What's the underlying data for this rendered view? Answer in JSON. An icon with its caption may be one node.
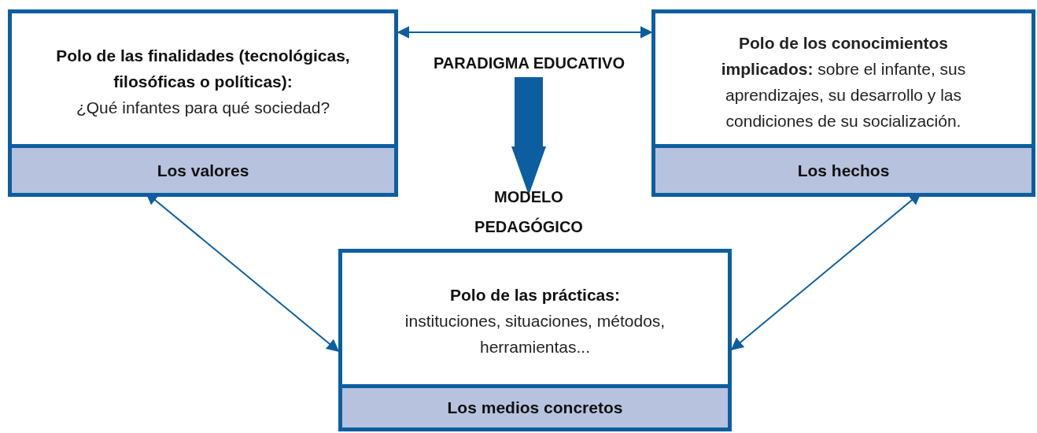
{
  "diagram": {
    "nodes": [
      {
        "text": [
          "Polo de las finalidades (tecnológicas, filosóficas o políticas):",
          "¿Qué infantes para qué sociedad?"
        ]
      },
      {
        "text": [
          "Los valores"
        ],
        "in": 0
      },
      {
        "text": [
          "**Polo de los conocimientos implicados:** sobre el infante, sus aprendizajes, su desarrollo y las condiciones de su socialización."
        ]
      },
      {
        "text": [
          "Los hechos"
        ],
        "in": 2
      },
      {
        "text": [
          "PARADIGMA EDUCATIVO"
        ]
      },
      {
        "text": [
          "MODELO PEDAGÓGICO"
        ]
      },
      {
        "text": [
          "Polo de las prácticas:",
          "instituciones, situaciones, métodos, herramientas..."
        ]
      },
      {
        "text": [
          "Los medios concretos"
        ],
        "in": 6
      }
    ],
    "edges": [
      {
        "from": 0,
        "to": 2,
        "arrow": "both"
      },
      {
        "from": 4,
        "to": 5,
        "arrow": "to",
        "style": "thick"
      },
      {
        "from": 1,
        "to": 6,
        "arrow": "both"
      },
      {
        "from": 3,
        "to": 6,
        "arrow": "both"
      }
    ]
  }
}
